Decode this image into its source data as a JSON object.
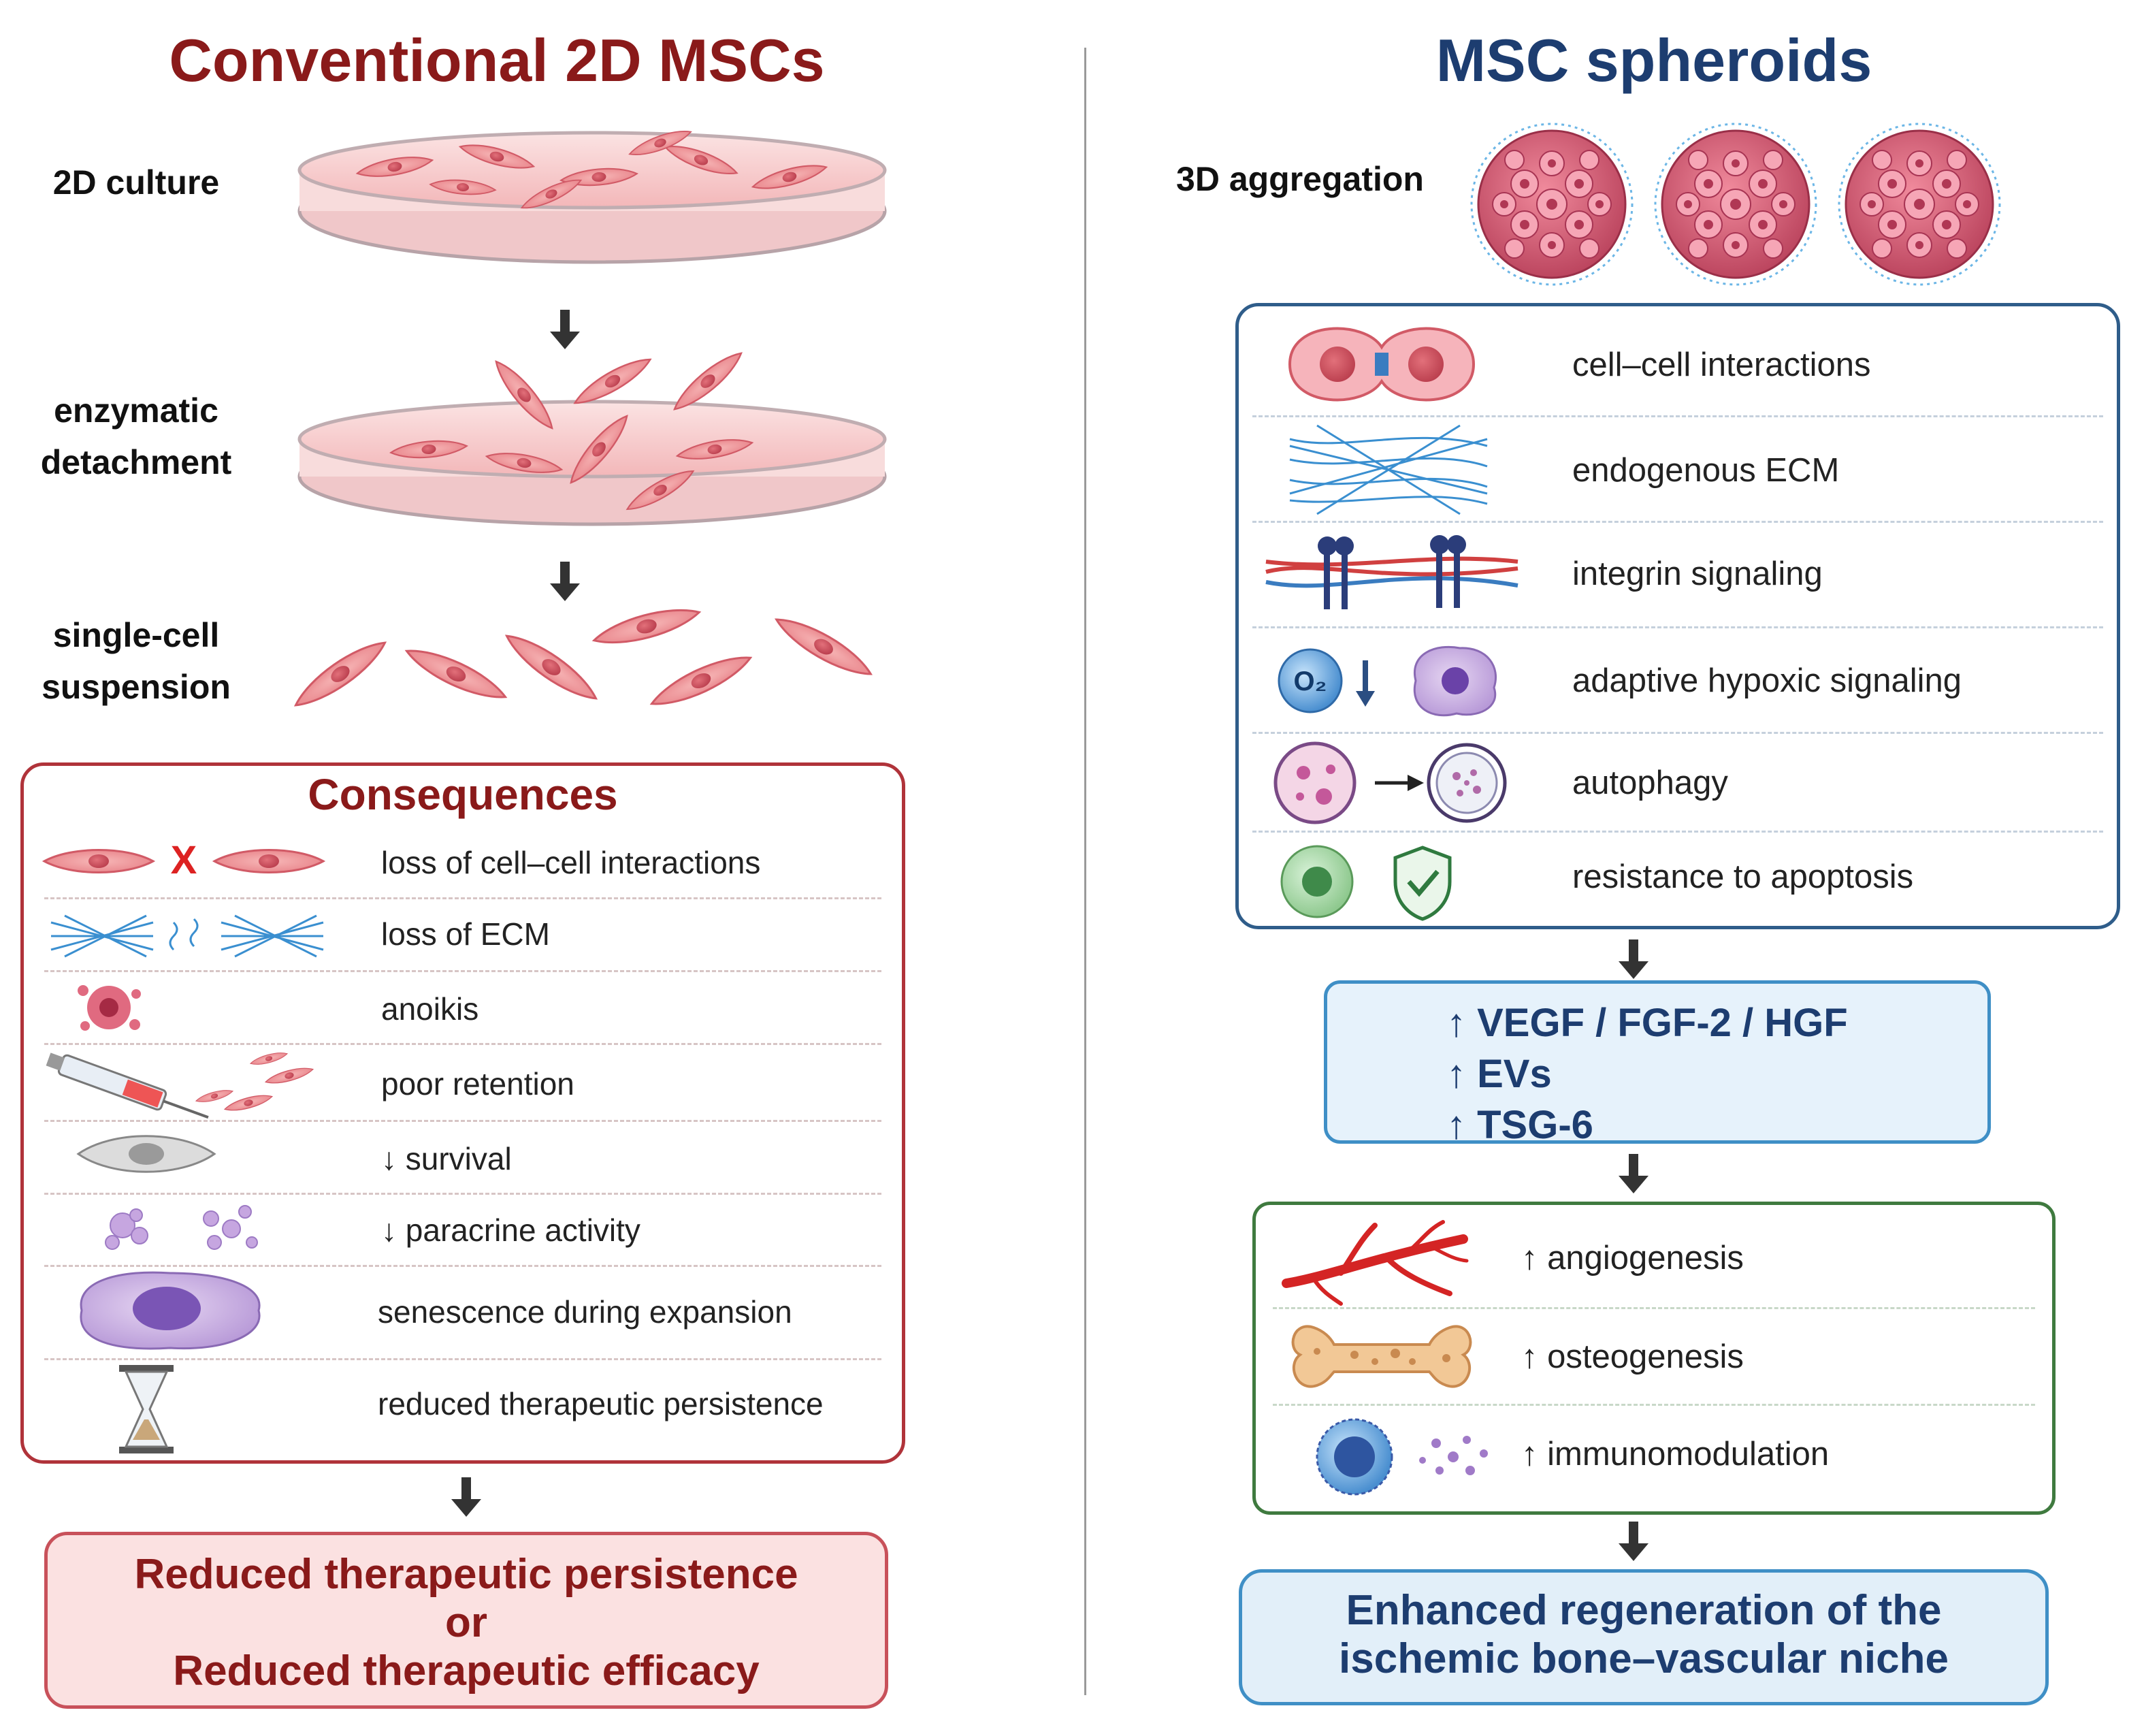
{
  "colors": {
    "left_accent": "#8a1a1a",
    "right_accent": "#1d3d70",
    "left_panel_border": "#b0333a",
    "right_panel_border": "#2f5d8a",
    "green_panel_border": "#3f7a3f",
    "arrow": "#333333"
  },
  "left": {
    "title": "Conventional 2D MSCs",
    "steps": {
      "culture": "2D culture",
      "detachment_line1": "enzymatic",
      "detachment_line2": "detachment",
      "suspension_line1": "single-cell",
      "suspension_line2": "suspension"
    },
    "consequences": {
      "heading": "Consequences",
      "items": [
        {
          "label": "loss of cell–cell interactions",
          "icon": "broken-cell-contact-icon"
        },
        {
          "label": "loss of ECM",
          "icon": "fragmented-ecm-icon"
        },
        {
          "label": "anoikis",
          "icon": "apoptotic-cell-icon"
        },
        {
          "label": "poor retention",
          "icon": "syringe-icon"
        },
        {
          "label": "↓ survival",
          "icon": "grey-cell-icon"
        },
        {
          "label": "↓ paracrine activity",
          "icon": "vesicles-icon"
        },
        {
          "label": "senescence during expansion",
          "icon": "senescent-cell-icon"
        },
        {
          "label": "reduced therapeutic persistence",
          "icon": "hourglass-icon"
        }
      ]
    },
    "outcome": {
      "line1": "Reduced therapeutic persistence",
      "line2": "or",
      "line3": "Reduced therapeutic efficacy"
    }
  },
  "right": {
    "title": "MSC spheroids",
    "aggregation_label": "3D aggregation",
    "features": [
      {
        "label": "cell–cell interactions",
        "icon": "cell-junction-icon"
      },
      {
        "label": "endogenous ECM",
        "icon": "ecm-mesh-icon"
      },
      {
        "label": "integrin signaling",
        "icon": "integrin-icon"
      },
      {
        "label": "adaptive hypoxic signaling",
        "icon": "hypoxia-icon"
      },
      {
        "label": "autophagy",
        "icon": "autophagy-icon"
      },
      {
        "label": "resistance to apoptosis",
        "icon": "shield-check-icon"
      }
    ],
    "o2_text": "O₂",
    "secretome": {
      "line1": "↑ VEGF / FGF-2 / HGF",
      "line2": "↑ EVs",
      "line3": "↑ TSG-6"
    },
    "effects": [
      {
        "label": "↑ angiogenesis",
        "icon": "blood-vessel-icon"
      },
      {
        "label": "↑ osteogenesis",
        "icon": "bone-icon"
      },
      {
        "label": "↑ immunomodulation",
        "icon": "immune-cell-icon"
      }
    ],
    "outcome": {
      "line1": "Enhanced regeneration of the",
      "line2": "ischemic bone–vascular niche"
    }
  }
}
